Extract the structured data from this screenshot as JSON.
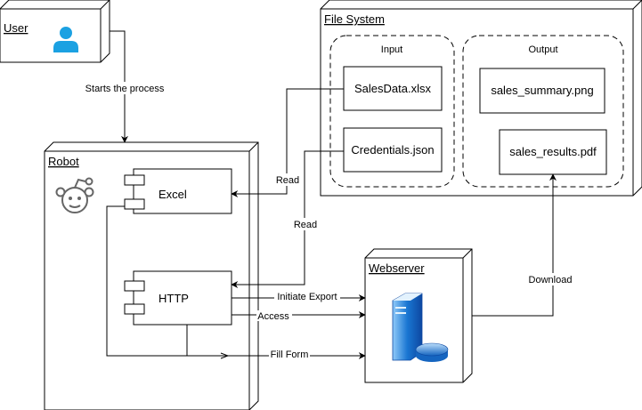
{
  "nodes": {
    "user": "User",
    "robot": "Robot",
    "file_system": "File System",
    "webserver": "Webserver"
  },
  "file_system": {
    "input_label": "Input",
    "output_label": "Output",
    "input_files": [
      "SalesData.xlsx",
      "Credentials.json"
    ],
    "output_files": [
      "sales_summary.png",
      "sales_results.pdf"
    ]
  },
  "robot": {
    "components": [
      "Excel",
      "HTTP"
    ]
  },
  "edges": {
    "starts_process": "Starts the process",
    "read_1": "Read",
    "read_2": "Read",
    "initiate_export": "Initiate Export",
    "access": "Access",
    "fill_form": "Fill Form",
    "download": "Download"
  },
  "colors": {
    "user_icon": "#1ba1e2",
    "server_blue": "#1565c0",
    "reddit_gray": "#666666"
  }
}
